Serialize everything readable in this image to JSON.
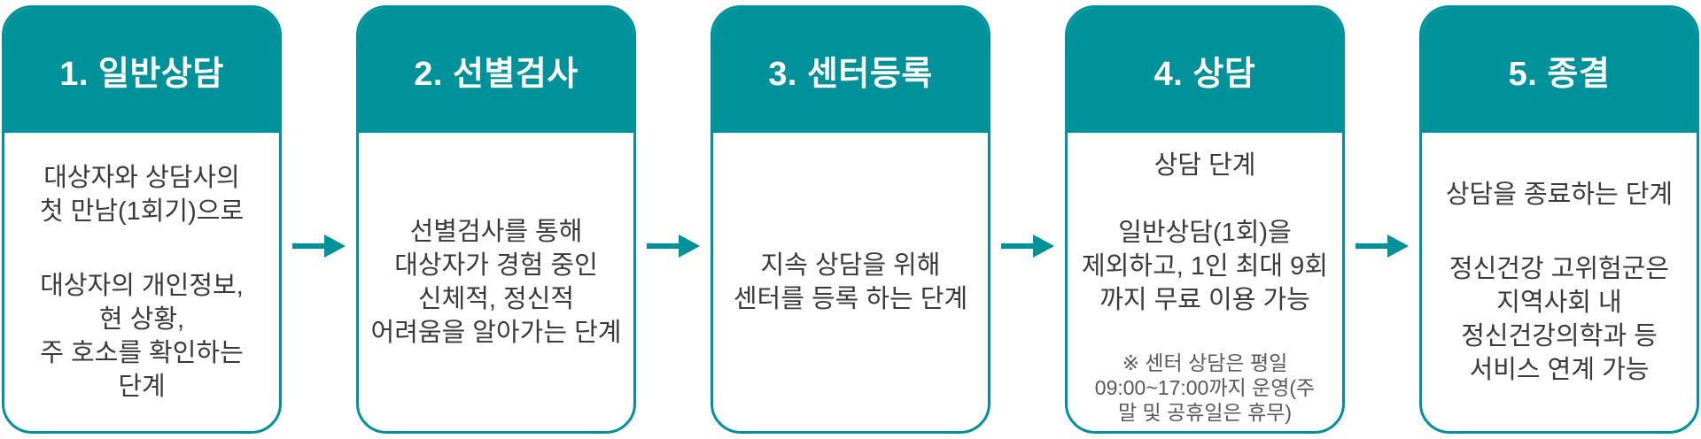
{
  "colors": {
    "teal": "#00929B",
    "body_text": "#3A3A3A",
    "note_text": "#595959",
    "card_bg": "#FFFFFF",
    "header_text": "#FFFFFF"
  },
  "steps": [
    {
      "title": "1. 일반상담",
      "paragraphs": [
        "대상자와 상담사의\n첫 만남(1회기)으로",
        "대상자의 개인정보,\n현 상황,\n주 호소를 확인하는\n단계"
      ]
    },
    {
      "title": "2. 선별검사",
      "paragraphs": [
        "선별검사를 통해\n대상자가 경험 중인\n신체적, 정신적\n어려움을 알아가는 단계"
      ]
    },
    {
      "title": "3. 센터등록",
      "paragraphs": [
        "지속 상담을 위해\n센터를 등록 하는 단계"
      ]
    },
    {
      "title": "4. 상담",
      "paragraphs": [
        "상담 단계",
        "일반상담(1회)을\n제외하고, 1인 최대 9회\n까지 무료 이용 가능"
      ],
      "note": "※ 센터 상담은 평일\n09:00~17:00까지 운영(주\n말 및 공휴일은 휴무)"
    },
    {
      "title": "5. 종결",
      "paragraphs": [
        "상담을 종료하는 단계",
        "정신건강 고위험군은\n지역사회 내\n정신건강의학과 등\n서비스 연계 가능"
      ]
    }
  ]
}
